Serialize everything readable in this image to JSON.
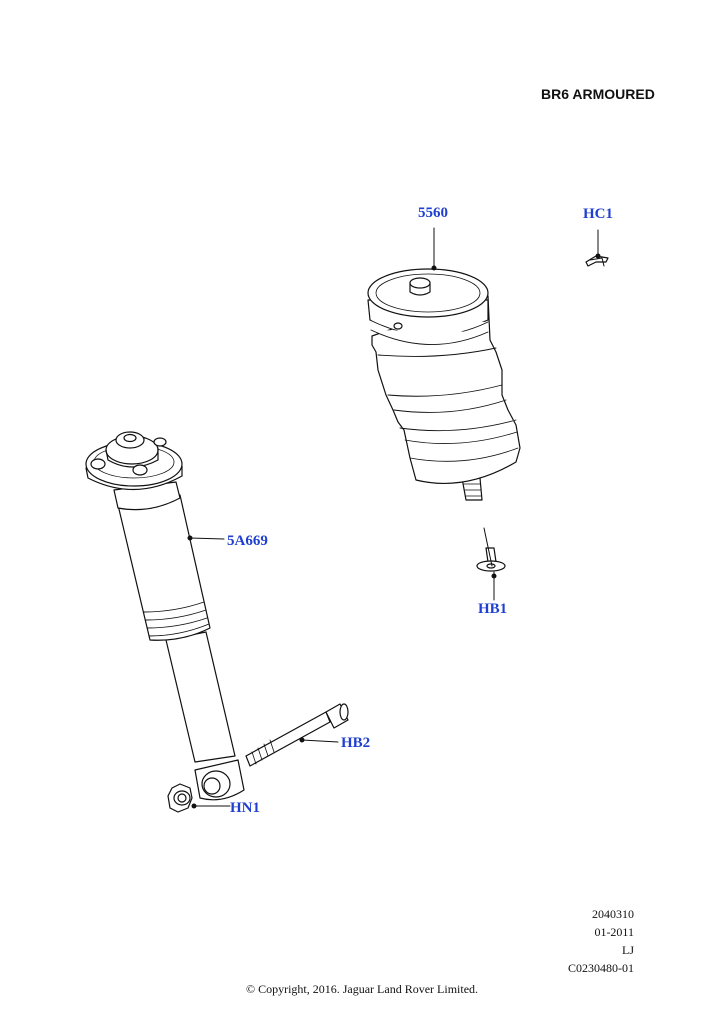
{
  "header": {
    "title": "BR6 ARMOURED"
  },
  "callouts": {
    "spring": "5560",
    "clip": "HC1",
    "shock": "5A669",
    "bolt_top": "HB1",
    "bolt_lower": "HB2",
    "nut": "HN1"
  },
  "footer": {
    "code": "2040310",
    "date": "01-2011",
    "initials": "LJ",
    "ref": "C0230480-01",
    "copyright": "© Copyright, 2016. Jaguar Land Rover Limited."
  },
  "colors": {
    "callout": "#1f3fd0",
    "line": "#111111"
  }
}
